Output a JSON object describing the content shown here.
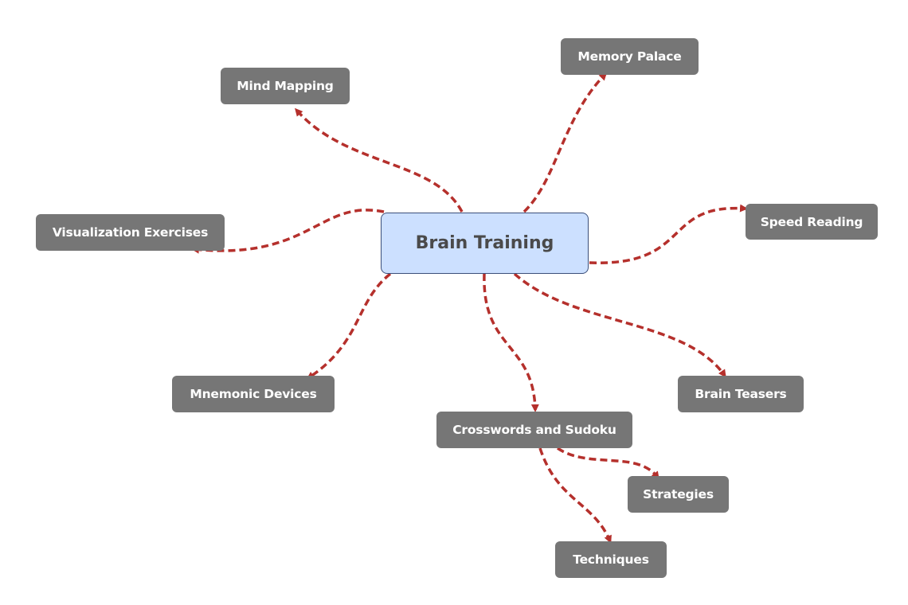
{
  "diagram": {
    "type": "mind-map",
    "root": {
      "label": "Brain Training"
    },
    "nodes": {
      "memory_palace": "Memory Palace",
      "mind_mapping": "Mind Mapping",
      "visualization_exercises": "Visualization Exercises",
      "speed_reading": "Speed Reading",
      "mnemonic_devices": "Mnemonic Devices",
      "brain_teasers": "Brain Teasers",
      "crosswords_and_sudoku": "Crosswords and Sudoku",
      "strategies": "Strategies",
      "techniques": "Techniques"
    },
    "edges": [
      {
        "from": "Brain Training",
        "to": "Memory Palace"
      },
      {
        "from": "Brain Training",
        "to": "Mind Mapping"
      },
      {
        "from": "Brain Training",
        "to": "Visualization Exercises"
      },
      {
        "from": "Brain Training",
        "to": "Speed Reading"
      },
      {
        "from": "Brain Training",
        "to": "Mnemonic Devices"
      },
      {
        "from": "Brain Training",
        "to": "Brain Teasers"
      },
      {
        "from": "Brain Training",
        "to": "Crosswords and Sudoku"
      },
      {
        "from": "Crosswords and Sudoku",
        "to": "Strategies"
      },
      {
        "from": "Crosswords and Sudoku",
        "to": "Techniques"
      }
    ],
    "colors": {
      "edge": "#b5302c",
      "node_fill": "#767676",
      "node_text": "#ffffff",
      "root_fill": "#cce0ff",
      "root_border": "#3b4f7a",
      "root_text": "#4a4a4a"
    }
  }
}
